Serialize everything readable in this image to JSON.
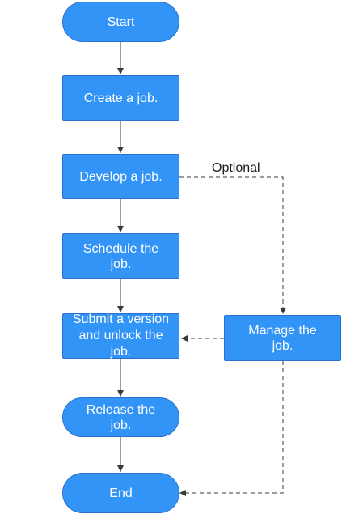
{
  "diagram": {
    "nodes": {
      "start": "Start",
      "create": "Create a job.",
      "develop": "Develop a job.",
      "schedule": "Schedule the job.",
      "submit": "Submit a version and unlock the job.",
      "manage": "Manage the job.",
      "release": "Release the job.",
      "end": "End"
    },
    "optional_label": "Optional"
  },
  "colors": {
    "node_fill": "#3394f7",
    "node_border": "#2a6fd0",
    "node_text": "#ffffff",
    "edge": "#3a3a3a"
  }
}
